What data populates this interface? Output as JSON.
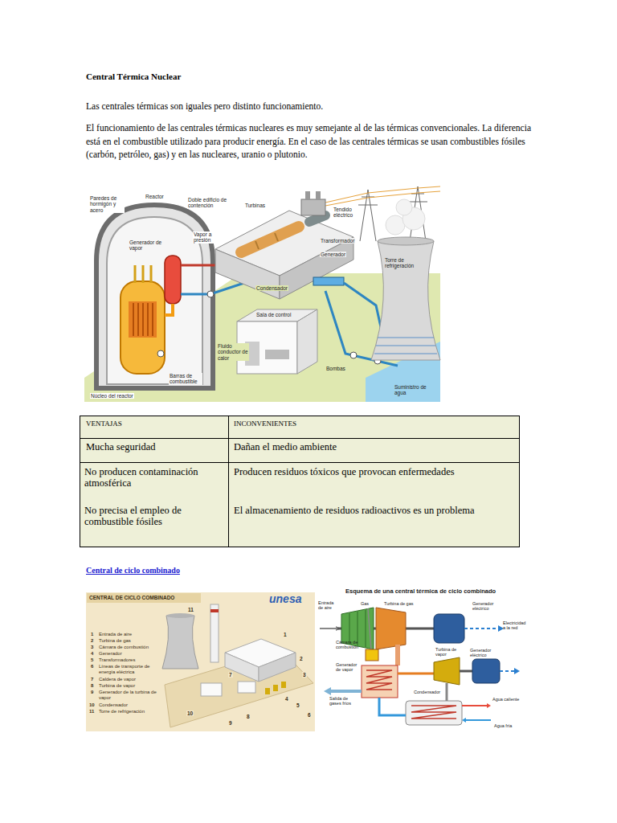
{
  "diagram": {
    "title": "Central Térmica Nuclear",
    "labels": [
      "Las centrales térmicas son iguales pero distinto funcionamiento.",
      "El funcionamiento de las centrales térmicas nucleares es muy semejante al de las térmicas convencionales. La diferencia está en el combustible utilizado para producir energía. En el caso de las centrales térmicas se usan combustibles fósiles (carbón, petróleo, gas) y en las nucleares, uranio o plutonio.",
      "Paredes de hormigón y acero",
      "Reactor",
      "Doble edificio de contención",
      "Turbinas",
      "Tendido eléctrico",
      "Vapor a presión",
      "Generador de vapor",
      "Transformador",
      "Generador",
      "Torre de refrigeración",
      "Condensador",
      "Sala de control",
      "Fluido conductor de calor",
      "Barras de combustible",
      "Bombas",
      "Suministro de agua",
      "Núcleo del reactor",
      "VENTAJAS",
      "INCONVENIENTES",
      "Mucha seguridad",
      "Dañan el medio ambiente",
      "No producen contaminación atmosférica",
      "Producen residuos tóxicos que provocan enfermedades",
      "No precisa el empleo de combustible fósiles",
      "El almacenamiento de residuos radioactivos es un problema",
      "Central de ciclo combinado",
      "CENTRAL DE CICLO COMBINADO",
      "unesa",
      "1",
      "Entrada de aire",
      "2",
      "Turbina de gas",
      "3",
      "Cámara de combustión",
      "4",
      "Generador",
      "5",
      "Transformadores",
      "6",
      "Líneas de transporte de energía eléctrica",
      "7",
      "Caldera de vapor",
      "8",
      "Turbina de vapor",
      "9",
      "Generador de la turbina de vapor",
      "10",
      "Condensador",
      "11",
      "Torre de refrigeración",
      "11",
      "1",
      "2",
      "3",
      "4",
      "5",
      "6",
      "7",
      "8",
      "9",
      "10",
      "Esquema de una central térmica de ciclo combinado",
      "Entrada de aire",
      "Gas",
      "Turbina de gas",
      "Generador eléctrico",
      "Electricidad a la red",
      "Cámara de combustión",
      "Turbina de vapor",
      "Generador eléctrico",
      "Generador de vapor",
      "Salida de gases fríos",
      "Condensador",
      "Agua caliente",
      "Agua fría"
    ]
  }
}
